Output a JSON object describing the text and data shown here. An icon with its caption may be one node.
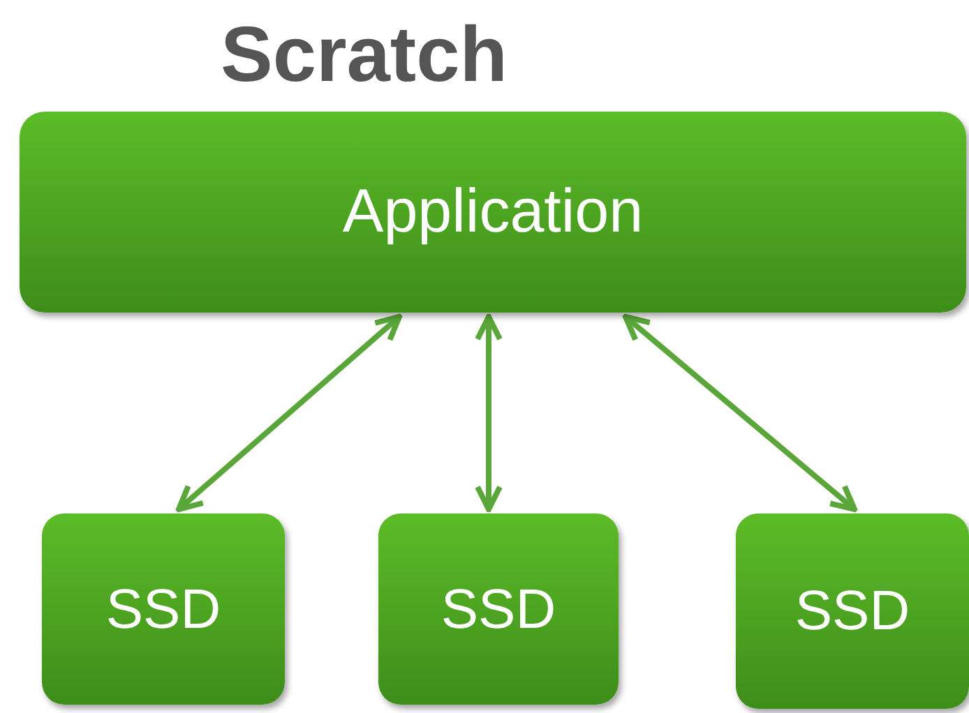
{
  "diagram": {
    "title": "Scratch",
    "nodes": [
      {
        "text": [
          "Application"
        ]
      },
      {
        "text": [
          "SSD"
        ]
      },
      {
        "text": [
          "SSD"
        ]
      },
      {
        "text": [
          "SSD"
        ]
      }
    ],
    "edges": [
      {
        "from": 0,
        "to": 1,
        "arrow": "both"
      },
      {
        "from": 0,
        "to": 2,
        "arrow": "both"
      },
      {
        "from": 0,
        "to": 3,
        "arrow": "both"
      }
    ]
  }
}
